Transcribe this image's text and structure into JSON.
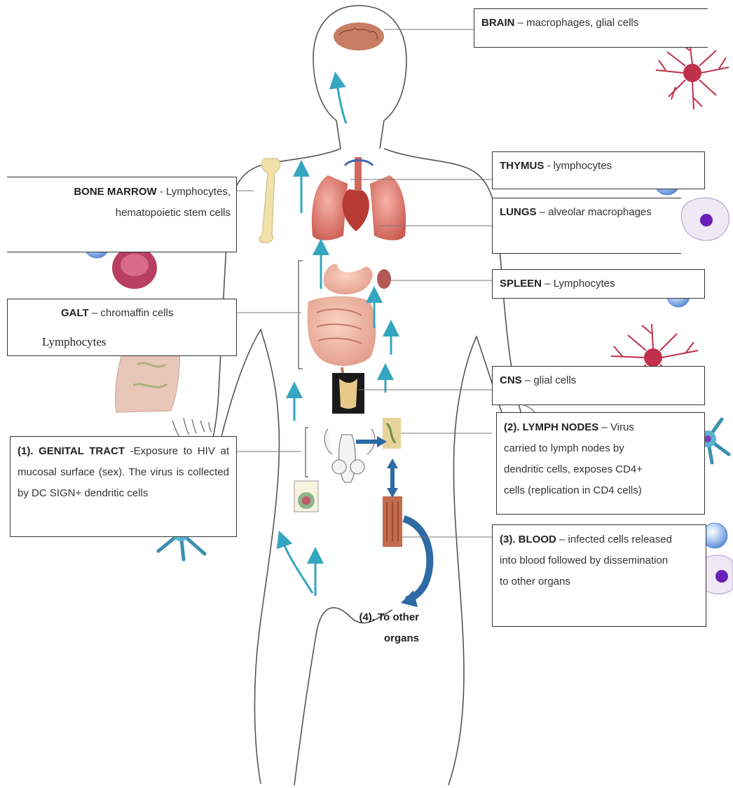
{
  "colors": {
    "outline": "#555555",
    "arrow": "#36a6c0",
    "blue_arrow": "#2e6aa3",
    "organ_red": "#d96b60",
    "glial": "#c0304a",
    "lymphocyte": "#8fb6ee",
    "dendritic": "#3b8fb0"
  },
  "labels": {
    "brain": {
      "title": "BRAIN",
      "text": " – macrophages, glial cells"
    },
    "thymus": {
      "title": "THYMUS",
      "text": " - lymphocytes"
    },
    "lungs": {
      "title": "LUNGS",
      "text": " – alveolar macrophages"
    },
    "spleen": {
      "title": "SPLEEN",
      "text": " – Lymphocytes"
    },
    "cns": {
      "title": "CNS",
      "text": " – glial cells"
    },
    "lymph_nodes": {
      "title": "(2). LYMPH NODES",
      "text": " – Virus carried to lymph nodes by dendritic cells, exposes CD4+ cells (replication in CD4 cells)"
    },
    "blood": {
      "title": "(3). BLOOD",
      "text": " – infected cells released into blood followed by dissemination to other organs"
    },
    "bone_marrow": {
      "title": "BONE MARROW",
      "text": " - Lymphocytes, hematopoietic stem cells"
    },
    "galt": {
      "title": "GALT",
      "text": " – chromaffin cells",
      "extra": "Lymphocytes"
    },
    "genital_tract": {
      "title": "(1). GENITAL TRACT",
      "text": " -Exposure to HIV at mucosal surface (sex). The virus is collected by DC SIGN+ dendritic cells"
    },
    "other_organs": "(4). To other organs"
  }
}
